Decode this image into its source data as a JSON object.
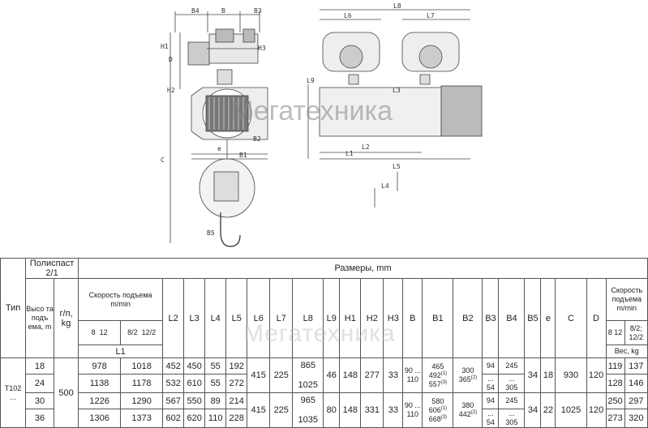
{
  "brand": {
    "watermark": "Мегатехника"
  },
  "drawing": {
    "front_labels": {
      "b4": "B4",
      "b": "B",
      "b3": "B3",
      "h1": "H1",
      "d": "D",
      "h3": "H3",
      "h2": "H2",
      "b2": "B2",
      "e": "e",
      "b1": "B1",
      "c": "C",
      "b5": "B5"
    },
    "side_labels": {
      "l8": "L8",
      "l6": "L6",
      "l7": "L7",
      "l9": "L9",
      "l3": "L3",
      "l2": "L2",
      "l1": "L1",
      "l5": "L5",
      "l4": "L4"
    }
  },
  "table": {
    "h_type": "Тип",
    "h_polyspast": "Полиспаст 2/1",
    "h_height": "Высо та подъ ема, m",
    "h_load": "г/п, kg",
    "h_sizes": "Размеры, mm",
    "h_speed": "Скорость подъема m/min",
    "speed_opts": [
      "8",
      "12",
      "8/2",
      "12/2"
    ],
    "h_l1": "L1",
    "cols": [
      "L2",
      "L3",
      "L4",
      "L5",
      "L6",
      "L7",
      "L8",
      "L9",
      "H1",
      "H2",
      "H3",
      "B",
      "B1",
      "B2",
      "B3",
      "B4",
      "B5",
      "e",
      "C",
      "D"
    ],
    "h_speed_r": "Скорость подъема m/min",
    "speed_r_a": "8 12",
    "speed_r_b": "8/2; 12/2",
    "h_weight": "Вес, kg",
    "type_val": "Т102 ...",
    "load_val": "500",
    "rows": [
      {
        "h": "18",
        "l1a": "978",
        "l1b": "1018",
        "l2": "452",
        "l3": "450",
        "l4": "55",
        "l5": "192",
        "l9": "",
        "h1": "",
        "h2": "",
        "b3": "94",
        "b4": "245",
        "w1": "119",
        "w2": "137"
      },
      {
        "h": "24",
        "l1a": "1138",
        "l1b": "1178",
        "l2": "532",
        "l3": "610",
        "l4": "55",
        "l5": "272",
        "b3": "...",
        "b4": "...",
        "w1": "128",
        "w2": "146"
      },
      {
        "h": "30",
        "l1a": "1226",
        "l1b": "1290",
        "l2": "567",
        "l3": "550",
        "l4": "89",
        "l5": "214",
        "b3": "94",
        "b4": "245",
        "w1": "250",
        "w2": "297"
      },
      {
        "h": "36",
        "l1a": "1306",
        "l1b": "1373",
        "l2": "602",
        "l3": "620",
        "l4": "110",
        "l5": "228",
        "b3": "...",
        "b4": "...",
        "w1": "273",
        "w2": "320"
      }
    ],
    "group1": {
      "l6": "415",
      "l7": "225",
      "l8a": "865",
      "l8b": "1025",
      "l9": "46",
      "h1": "148",
      "h2": "277",
      "h3": "33",
      "b": "90 ... 110",
      "b1a": "465",
      "b1b": "492",
      "b1b_sup": "(1)",
      "b1c": "557",
      "b1c_sup": "(3)",
      "b2a": "300",
      "b2b": "365",
      "b2b_sup": "(2)",
      "b3b": "54",
      "b4b": "305",
      "b5": "34",
      "e": "18",
      "c": "930",
      "d": "120"
    },
    "group2": {
      "l6": "415",
      "l7": "225",
      "l8a": "965",
      "l8b": "1035",
      "l9": "80",
      "h1": "148",
      "h2": "331",
      "h3": "33",
      "b": "90 ... 110",
      "b1a": "580",
      "b1b": "606",
      "b1b_sup": "(1)",
      "b1c": "668",
      "b1c_sup": "(3)",
      "b2a": "380",
      "b2b": "442",
      "b2b_sup": "(2)",
      "b3b": "54",
      "b4b": "305",
      "b5": "34",
      "e": "22",
      "c": "1025",
      "d": "120"
    }
  }
}
